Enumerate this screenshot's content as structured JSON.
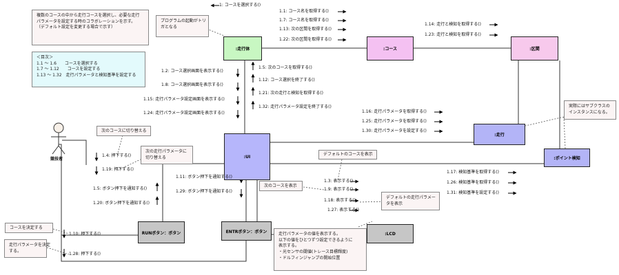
{
  "objects": {
    "chassis": ":走行体",
    "course": ":コース",
    "section": ":区間",
    "ui": ":UI",
    "drive": ":走行",
    "point_detect": ":ポイント検知",
    "run_button": "RUNボタン：ボタン",
    "entr_button": "ENTRボタン：ボタン",
    "lcd": ":LCD",
    "actor": "競技者"
  },
  "notes": {
    "purpose": [
      "複数のコースの中から走行コースを選択し、必要な走行",
      "パラメータを設定する時のコラボレーションを示す。",
      "（デフォルト設定を変更する場合で示す）"
    ],
    "toc": [
      "＜目次＞",
      "1.1 ～ 1.6　　コースを選択する",
      "1.7 ～ 1.12　　コースを設定する",
      "1.13 ～ 1.32　走行パラメータと検知基準を設定する"
    ],
    "trigger": [
      "プログラムの起動がトリ",
      "ガとなる"
    ],
    "subclass": [
      "実際にはサブクラスの",
      "インスタンスになる。"
    ],
    "default_course": [
      "デフォルトのコースを表示"
    ],
    "next_course": [
      "次のコースを表示"
    ],
    "default_param": [
      "デフォルトの走行パラメー",
      "タを表示"
    ],
    "switch_course": [
      "次のコースに切り替える"
    ],
    "switch_param": [
      "次の走行パラメータに",
      "切り替える"
    ],
    "decide_course": [
      "コースを決定する"
    ],
    "decide_param": [
      "走行パラメータを決定",
      "する。"
    ],
    "lcd_desc": [
      "走行パラメータの値を表示する。",
      "以下の値をひとつずつ設定できるように",
      "表示する。",
      "・光センサの閾値(トレース目標輝度)",
      "・ドルフィンジャンプの開始位置"
    ]
  },
  "messages": {
    "m1": "1: コースを選択する()",
    "m11": "1.1: コース名を取得する()",
    "m17": "1.7: コース名を取得する()",
    "m113": "1.13: 次の区間を取得する()",
    "m122": "1.22: 次の区間を取得する()",
    "m114": "1.14: 走行と検知を取得する()",
    "m123": "1.23: 走行と検知を取得する()",
    "m12": "1.2: コース選択画面を表示する()",
    "m18": "1.8: コース選択画面を表示する()",
    "m115": "1.15: 走行パラメータ設定画面を表示する()",
    "m124": "1.24: 走行パラメータ設定画面を表示する()",
    "m15": "1.5: 次のコースを取得する()",
    "m112": "1.12: コース選択を終了する()",
    "m121": "1.21: 次の走行と検知を取得する()",
    "m132": "1.32: 走行パラメータ設定を終了する()",
    "m116": "1.16: 走行パラメータを取得する()",
    "m125": "1.25: 走行パラメータを取得する()",
    "m130": "1.30: 走行パラメータを設定する()",
    "m117": "1.17: 検知基準を取得する()",
    "m126": "1.26: 検知基準を取得する()",
    "m131": "1.31: 検知基準を設定する()",
    "m14": "1.4: 押下する()",
    "m119": "1.19: 押下する()",
    "m15b": "1.5: ボタン押下を通知する()",
    "m120": "1.20: ボタン押下を通知する()",
    "m111": "1.11: ボタン押下を通知する()",
    "m129": "1.29: ボタン押下を通知する()",
    "m13": "1.3: 表示する()",
    "m19": "1.9: 表示する()",
    "m118": "1.18: 表示する()",
    "m127": "1.27: 表示する()",
    "m110": "1.10: 押下する()",
    "m128": "1.28: 押下する()"
  },
  "colors": {
    "chassis": "#c8f7c2",
    "course": "#f4c1f2",
    "section": "#f7c9ec",
    "ui": "#b6b6fb",
    "drive": "#b3b4f7",
    "point_detect": "#b3b4f7",
    "button": "#c6c6c6",
    "lcd": "#c6c6c6"
  }
}
